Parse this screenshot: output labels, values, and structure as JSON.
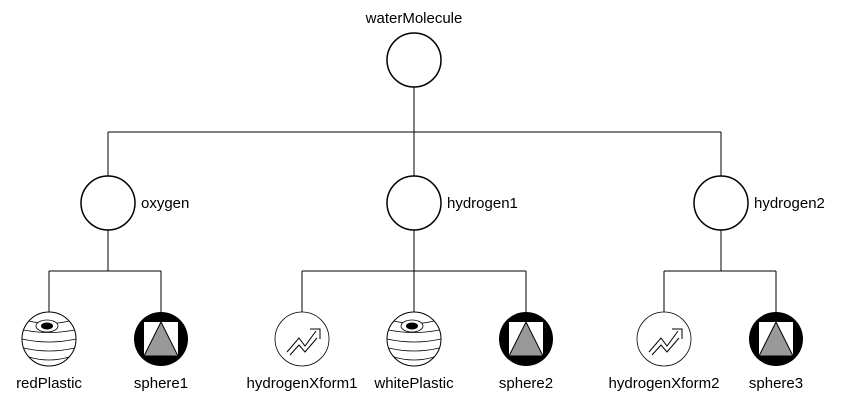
{
  "diagram": {
    "nodes": {
      "root": {
        "label": "waterMolecule",
        "kind": "group"
      },
      "oxygen": {
        "label": "oxygen",
        "kind": "group"
      },
      "hydrogen1": {
        "label": "hydrogen1",
        "kind": "group"
      },
      "hydrogen2": {
        "label": "hydrogen2",
        "kind": "group"
      },
      "redPlastic": {
        "label": "redPlastic",
        "kind": "material",
        "icon": "material-sphere-icon"
      },
      "sphere1": {
        "label": "sphere1",
        "kind": "shape",
        "icon": "shape-cone-icon"
      },
      "hydrogenXform1": {
        "label": "hydrogenXform1",
        "kind": "transform",
        "icon": "transform-arrow-icon"
      },
      "whitePlastic": {
        "label": "whitePlastic",
        "kind": "material",
        "icon": "material-sphere-icon"
      },
      "sphere2": {
        "label": "sphere2",
        "kind": "shape",
        "icon": "shape-cone-icon"
      },
      "hydrogenXform2": {
        "label": "hydrogenXform2",
        "kind": "transform",
        "icon": "transform-arrow-icon"
      },
      "sphere3": {
        "label": "sphere3",
        "kind": "shape",
        "icon": "shape-cone-icon"
      }
    },
    "edges": [
      [
        "root",
        "oxygen"
      ],
      [
        "root",
        "hydrogen1"
      ],
      [
        "root",
        "hydrogen2"
      ],
      [
        "oxygen",
        "redPlastic"
      ],
      [
        "oxygen",
        "sphere1"
      ],
      [
        "hydrogen1",
        "hydrogenXform1"
      ],
      [
        "hydrogen1",
        "whitePlastic"
      ],
      [
        "hydrogen1",
        "sphere2"
      ],
      [
        "hydrogen2",
        "hydrogenXform2"
      ],
      [
        "hydrogen2",
        "sphere3"
      ]
    ]
  }
}
